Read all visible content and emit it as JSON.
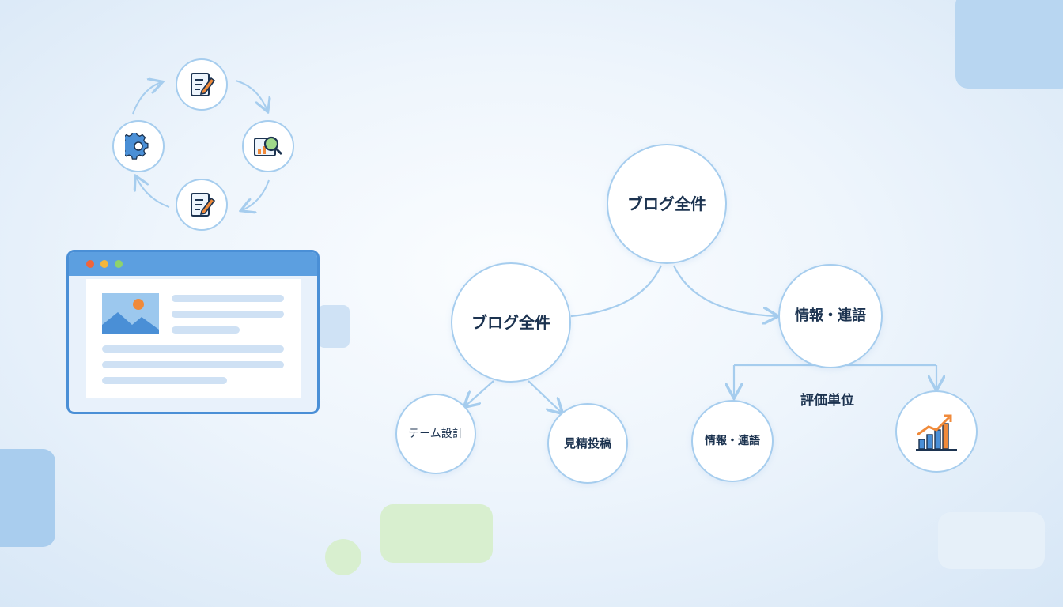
{
  "diagram": {
    "root": {
      "label": "ブログ全件"
    },
    "left_branch": {
      "label": "ブログ全件"
    },
    "right_branch": {
      "label": "情報・連語"
    },
    "leaf_theme": {
      "label": "テーム設計"
    },
    "leaf_see": {
      "label": "見精投稿"
    },
    "leaf_right_left": {
      "label": "情報・連語"
    },
    "split_label": "評価単位"
  },
  "icons": {
    "cycle": [
      "document-edit-icon",
      "search-chart-icon",
      "document-edit-icon",
      "gear-icon"
    ],
    "leaf_chart": "bar-chart-icon",
    "browser": "browser-window-icon"
  },
  "colors": {
    "accent": "#4a8fd6",
    "node_border": "#a6cdee",
    "text": "#1c3350",
    "orange": "#f08a3a",
    "green_deco": "#d8efcf"
  }
}
